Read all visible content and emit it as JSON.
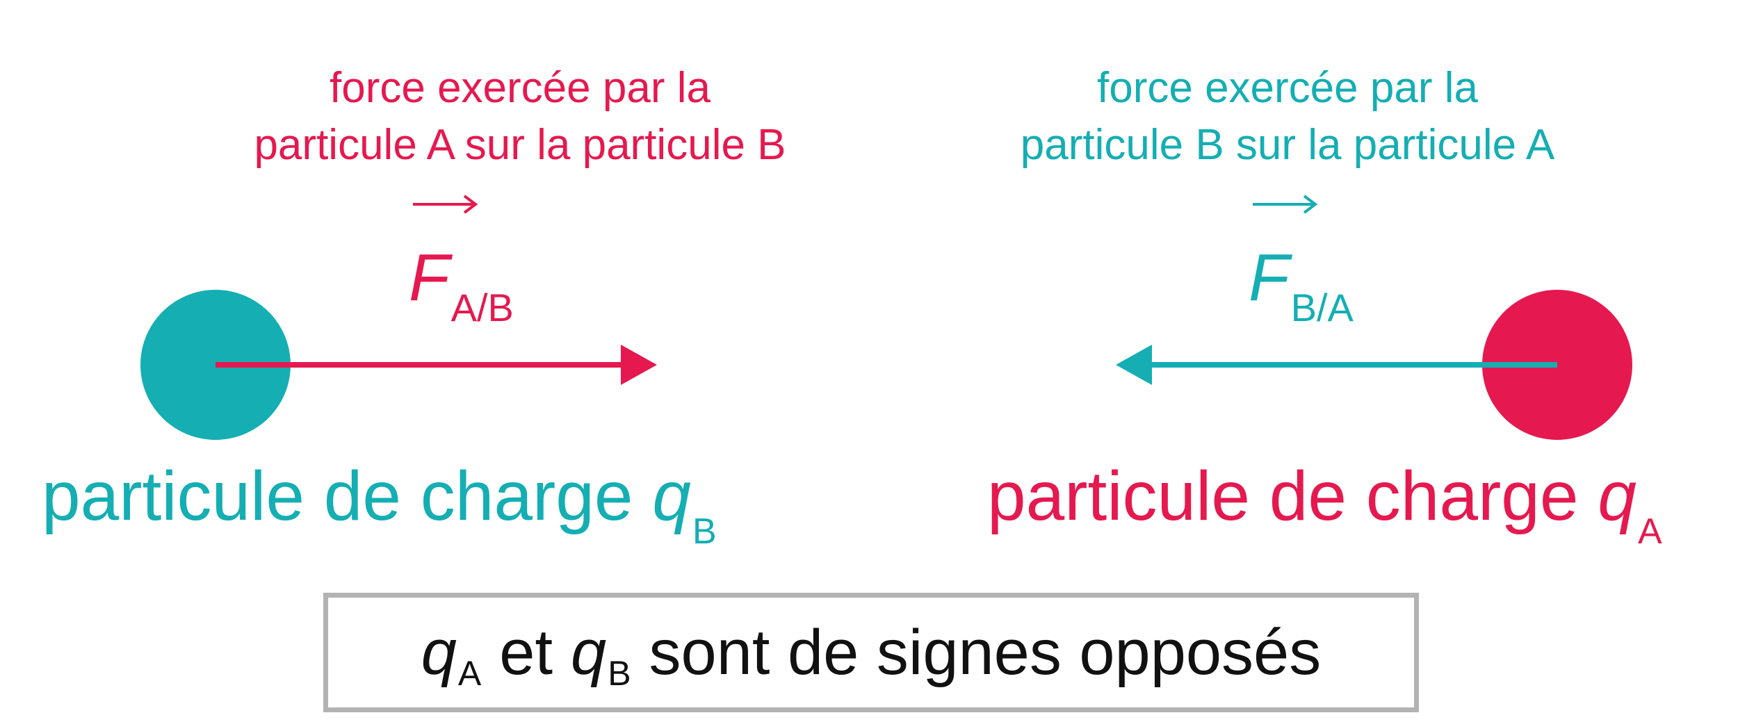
{
  "colors": {
    "particle_b": "#14aeb3",
    "particle_a": "#e5194f",
    "box_border": "#b3b3b3",
    "box_text": "#111111"
  },
  "left": {
    "caption_line1": "force exercée par la",
    "caption_line2": "particule A sur la particule B",
    "vector_letter": "F",
    "vector_subscript": "A/B",
    "label_text": "particule de charge ",
    "label_var": "q",
    "label_subscript": "B"
  },
  "right": {
    "caption_line1": "force exercée par la",
    "caption_line2": "particule B sur la particule A",
    "vector_letter": "F",
    "vector_subscript": "B/A",
    "label_text": "particule de charge ",
    "label_var": "q",
    "label_subscript": "A"
  },
  "conclusion": {
    "var1": "q",
    "sub1": "A",
    "connector": "et",
    "var2": "q",
    "sub2": "B",
    "rest": "sont de signes opposés"
  }
}
